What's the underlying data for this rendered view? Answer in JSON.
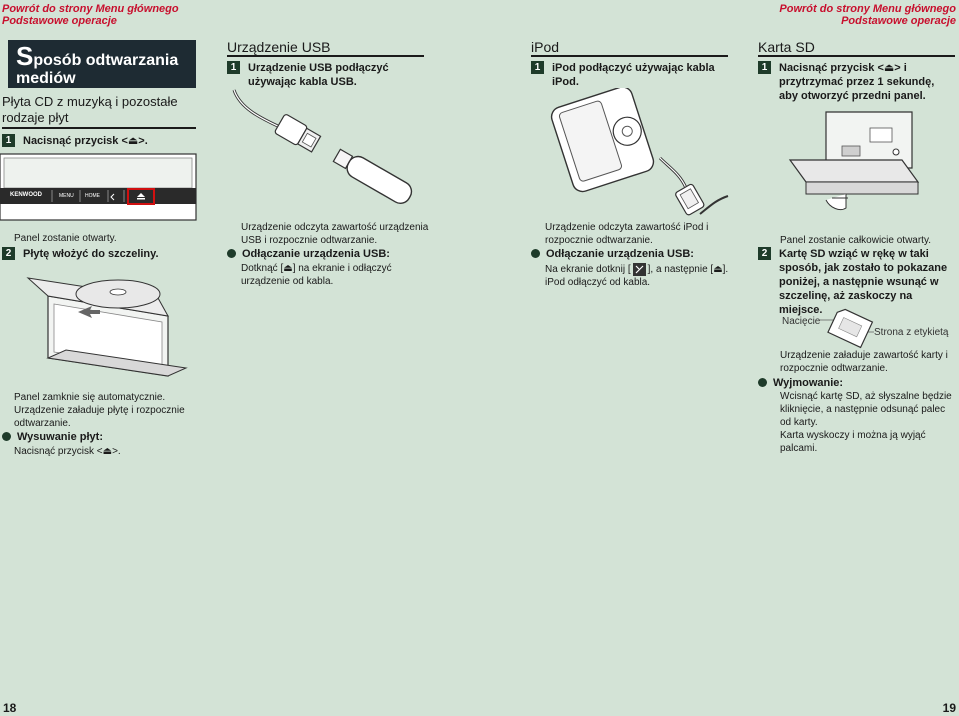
{
  "nav": {
    "left_link1": "Powrót do strony Menu głównego",
    "left_link2": "Podstawowe operacje",
    "right_link1": "Powrót do strony Menu głównego",
    "right_link2": "Podstawowe operacje"
  },
  "col1": {
    "title_first": "S",
    "title_rest": "posób odtwarzania",
    "title_line2": "mediów",
    "heading": "Płyta CD z muzyką i pozostałe rodzaje płyt",
    "step1_num": "1",
    "step1": "Nacisnąć przycisk <⏏>.",
    "device_brand": "KENWOOD",
    "btn_menu": "MENU",
    "btn_home": "HOME",
    "note1": "Panel zostanie otwarty.",
    "step2_num": "2",
    "step2": "Płytę włożyć do szczeliny.",
    "note2": "Panel zamknie się automatycznie.",
    "note3": "Urządzenie załaduje płytę i rozpocznie odtwarzanie.",
    "bullet": "Wysuwanie płyt:",
    "bullet_text": "Nacisnąć przycisk <⏏>."
  },
  "col2": {
    "title": "Urządzenie USB",
    "step1_num": "1",
    "step1": "Urządzenie USB podłączyć używając kabla USB.",
    "note1": "Urządzenie odczyta zawartość urządzenia USB i rozpocznie odtwarzanie.",
    "bullet": "Odłączanie urządzenia USB:",
    "bullet_text": "Dotknąć [⏏] na ekranie i odłączyć urządzenie od kabla."
  },
  "col3": {
    "title": "iPod",
    "step1_num": "1",
    "step1": "iPod podłączyć używając kabla iPod.",
    "note1": "Urządzenie odczyta zawartość iPod i rozpocznie odtwarzanie.",
    "bullet": "Odłączanie urządzenia USB:",
    "bullet_text_a": "Na ekranie dotknij [",
    "bullet_text_b": "], a następnie [⏏].",
    "bullet_text2": "iPod odłączyć od kabla."
  },
  "col4": {
    "title": "Karta SD",
    "step1_num": "1",
    "step1": "Nacisnąć przycisk <⏏> i przytrzymać przez 1 sekundę, aby otworzyć przedni panel.",
    "note1": "Panel zostanie całkowicie otwarty.",
    "step2_num": "2",
    "step2": "Kartę SD wziąć w rękę w taki sposób, jak zostało to pokazane poniżej, a następnie wsunąć w szczelinę, aż zaskoczy na miejsce.",
    "label_notch": "Nacięcie",
    "label_side": "Strona z etykietą",
    "note2": "Urządzenie załaduje zawartość karty i rozpocznie odtwarzanie.",
    "bullet": "Wyjmowanie:",
    "bullet_text1": "Wcisnąć kartę SD, aż słyszalne będzie kliknięcie, a następnie odsunąć palec od karty.",
    "bullet_text2": "Karta wyskoczy i można ją wyjąć palcami."
  },
  "footer": {
    "page_left": "18",
    "page_right": "19"
  }
}
